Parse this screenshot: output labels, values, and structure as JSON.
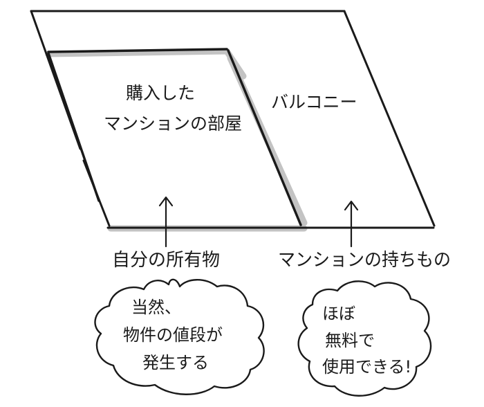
{
  "diagram": {
    "room_lines": [
      "購入した",
      "マンションの部屋"
    ],
    "balcony_label": "バルコニー",
    "left_label": "自分の所有物",
    "right_label": "マンションの持ちもの",
    "left_bubble_lines": [
      "当然、",
      "物件の値段が",
      "発生する"
    ],
    "right_bubble_lines": [
      "ほぼ",
      "無料で",
      "使用できる!"
    ]
  }
}
